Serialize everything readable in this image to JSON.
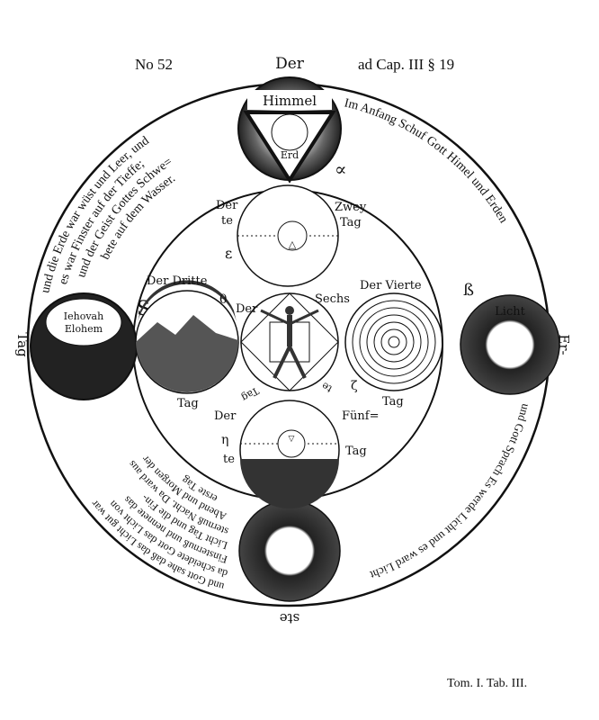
{
  "header": {
    "plate_number": "No 52",
    "reference": "ad Cap. III § 19",
    "top_word": "Der"
  },
  "footer": {
    "volume": "Tom. I. Tab. III."
  },
  "ring_texts": {
    "top_right": "Im Anfang Schuf Gott Himel und Erden",
    "top_left_1": "und die Erde war wüst und Leer, und",
    "top_left_2": "es war Finster auf der Tieffe;",
    "top_left_3": "und der Geist Gottes Schwe=",
    "top_left_4": "bete auf dem Wasser.",
    "bottom_right": "und Gott Sprach Es werde Licht und es ward Licht",
    "bottom_left_1": "und Gott sahe daß das Licht gut war",
    "bottom_left_2": "da scheidete Gott das Licht von",
    "bottom_left_3": "Finsternuß und nennete das",
    "bottom_left_4": "Licht Tag und die Fin-",
    "bottom_left_5": "sternuß Nacht. Da ward aus",
    "bottom_left_6": "Abend und Morgen der",
    "bottom_left_7": "erste Tag",
    "side_left": "Tag",
    "side_right": "Er-",
    "bottom": "ste"
  },
  "outer_circles": {
    "heaven": {
      "label": "Himmel",
      "inner": "Erd",
      "symbol": "∝"
    },
    "left": {
      "label_1": "Iehovah",
      "label_2": "Elohem",
      "symbol": "S"
    },
    "right": {
      "label": "Licht",
      "symbol": "ß"
    }
  },
  "days": {
    "second": {
      "a": "Der",
      "b": "te",
      "c": "Zwey",
      "d": "Tag",
      "symbol": "ε"
    },
    "third": {
      "a": "Der Dritte",
      "b": "Tag",
      "symbol": "θ"
    },
    "sixth": {
      "a": "Der",
      "b": "Sechs",
      "c": "Tag",
      "d": "te"
    },
    "fourth": {
      "a": "Der Vierte",
      "b": "Tag",
      "symbol": "ζ"
    },
    "fifth": {
      "a": "Der",
      "b": "te",
      "c": "Fünf=",
      "d": "Tag",
      "symbol": "η"
    }
  }
}
